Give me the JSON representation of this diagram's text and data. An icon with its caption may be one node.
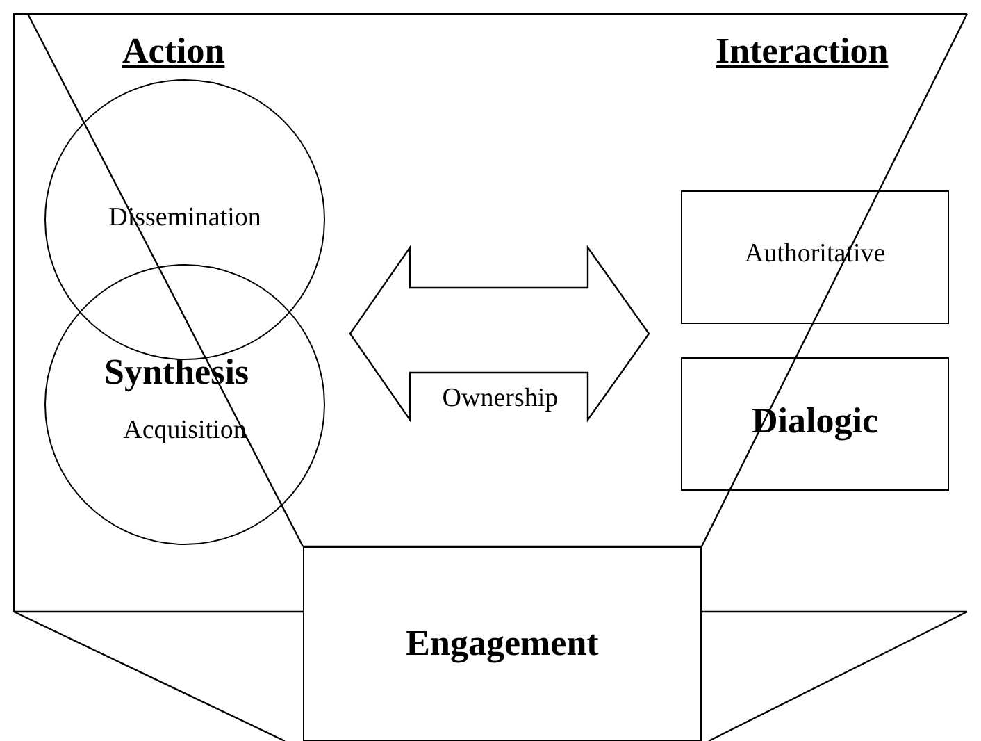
{
  "diagram": {
    "nodes": [
      {
        "text": [
          "Dissemination"
        ]
      },
      {
        "text": [
          "Acquisition"
        ]
      },
      {
        "text": [
          "Ownership"
        ]
      },
      {
        "text": [
          "Authoritative"
        ]
      },
      {
        "text": [
          "Dialogic"
        ]
      },
      {
        "text": [
          "Engagement"
        ]
      }
    ],
    "labels": [
      "Action",
      "Interaction",
      "Synthesis"
    ]
  }
}
